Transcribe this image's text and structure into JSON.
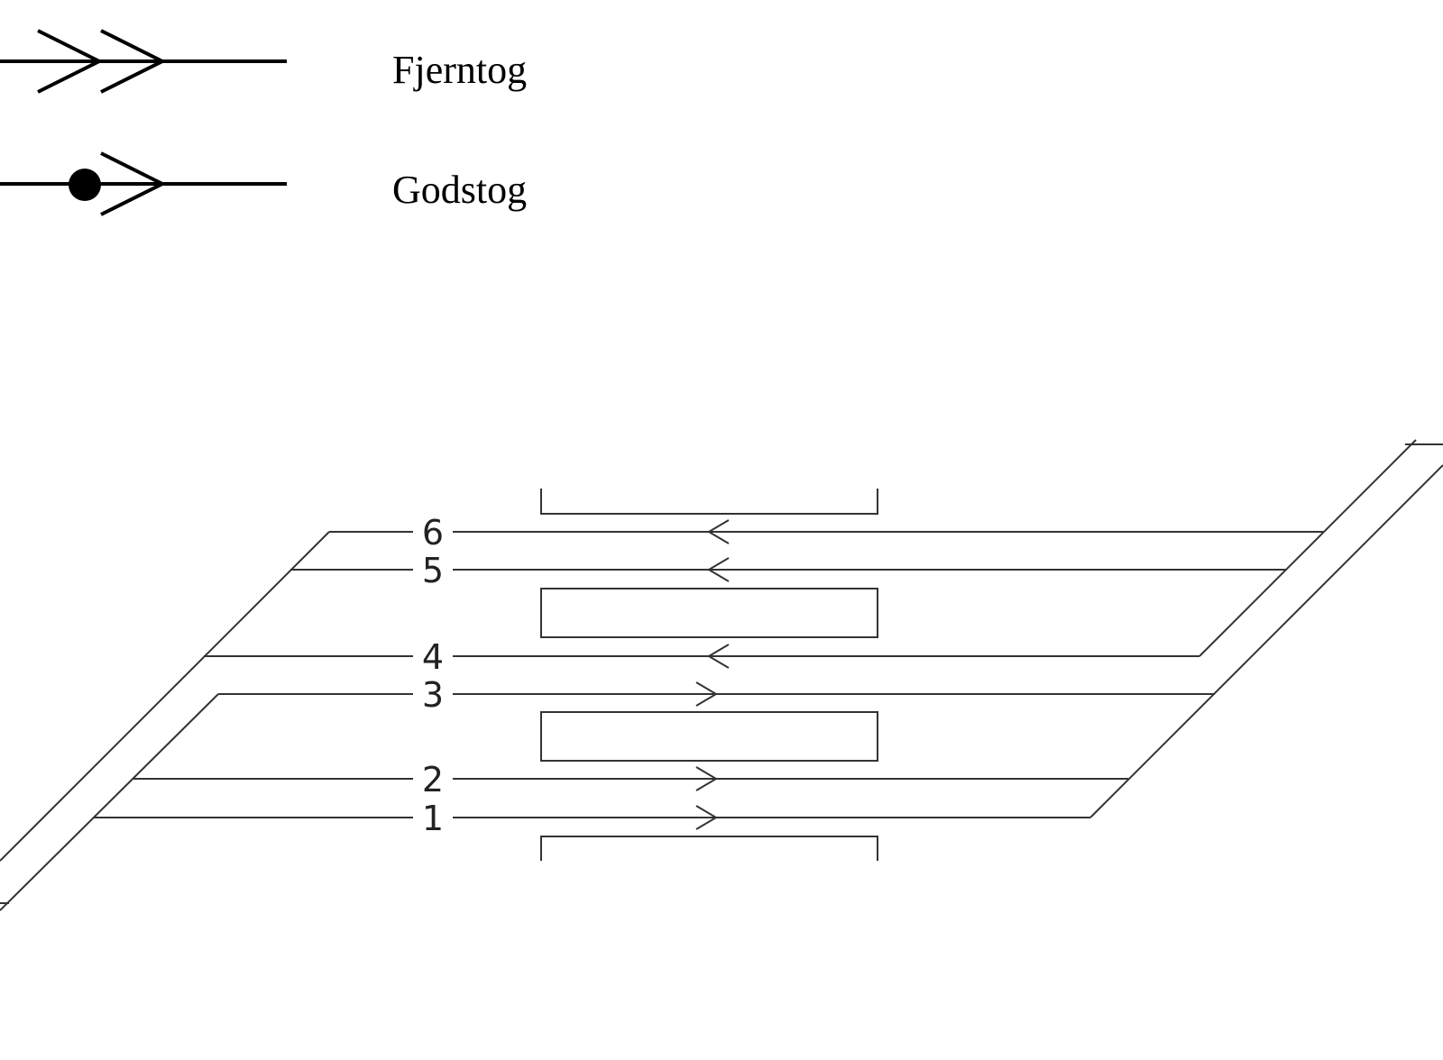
{
  "legend": {
    "fjerntog_label": "Fjerntog",
    "godstog_label": "Godstog"
  },
  "tracks": [
    {
      "number": "1",
      "direction": "right"
    },
    {
      "number": "2",
      "direction": "right"
    },
    {
      "number": "3",
      "direction": "right"
    },
    {
      "number": "4",
      "direction": "left"
    },
    {
      "number": "5",
      "direction": "left"
    },
    {
      "number": "6",
      "direction": "left"
    }
  ],
  "colors": {
    "line": "#000000",
    "track_line": "#333333"
  }
}
